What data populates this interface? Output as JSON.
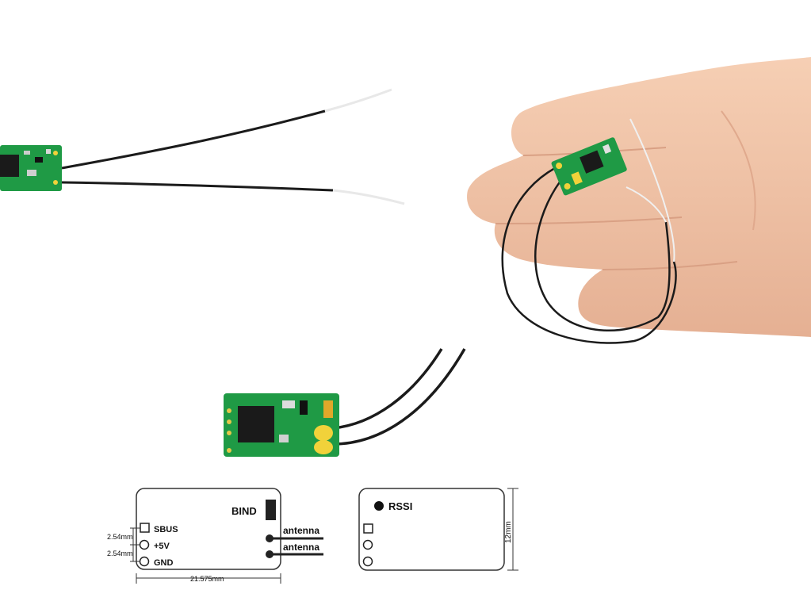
{
  "colors": {
    "pcb": "#1f9a45",
    "pcb_dark": "#157a35",
    "chip": "#1a1a1a",
    "wire": "#1b1b1b",
    "antenna_tip": "#f2f2f2",
    "connector": "#f1d23a",
    "skin": "#f3c5a8",
    "skin_shadow": "#dca486",
    "diagram_line": "#333333"
  },
  "diagram_left": {
    "bind_label": "BIND",
    "pins": [
      {
        "label": "SBUS",
        "icon": "square-pad-icon"
      },
      {
        "label": "+5V",
        "icon": "round-pad-icon"
      },
      {
        "label": "GND",
        "icon": "round-pad-icon"
      }
    ],
    "pitch_top": "2.54mm",
    "pitch_bottom": "2.54mm",
    "width_label": "21.575mm",
    "antenna_labels": [
      "antenna",
      "antenna"
    ]
  },
  "diagram_right": {
    "rssi_label": "RSSI",
    "height_label": "12mm"
  }
}
